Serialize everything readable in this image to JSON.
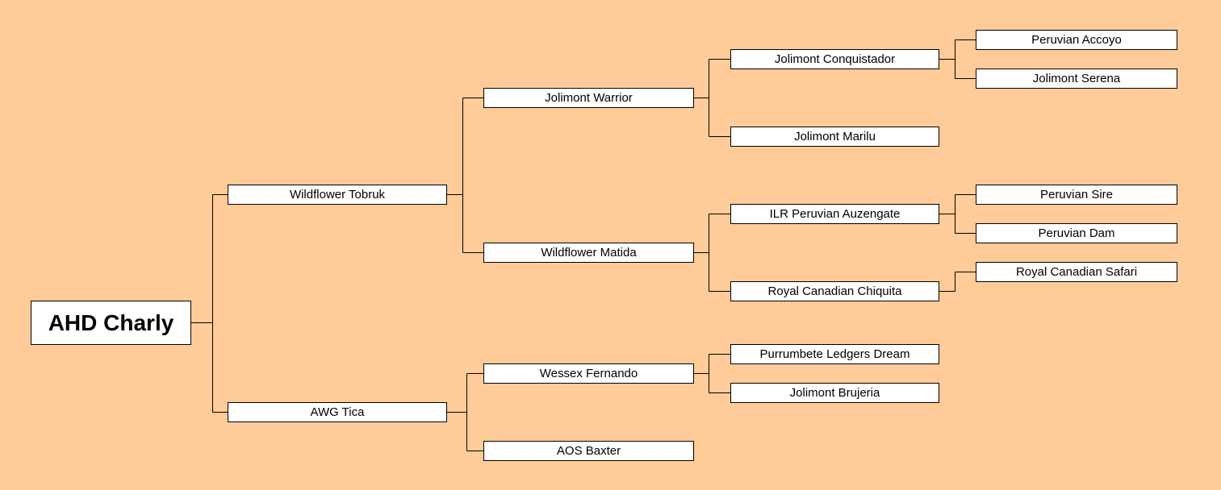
{
  "pedigree": {
    "root": "AHD Charly",
    "sire": {
      "name": "Wildflower Tobruk",
      "sire": {
        "name": "Jolimont Warrior",
        "sire": {
          "name": "Jolimont Conquistador",
          "sire": "Peruvian Accoyo",
          "dam": "Jolimont Serena"
        },
        "dam": "Jolimont Marilu"
      },
      "dam": {
        "name": "Wildflower Matida",
        "sire": {
          "name": "ILR Peruvian Auzengate",
          "sire": "Peruvian Sire",
          "dam": "Peruvian Dam"
        },
        "dam": {
          "name": "Royal Canadian Chiquita",
          "sire": "Royal Canadian Safari"
        }
      }
    },
    "dam": {
      "name": "AWG Tica",
      "sire": {
        "name": "Wessex Fernando",
        "sire": "Purrumbete Ledgers Dream",
        "dam": "Jolimont Brujeria"
      },
      "dam": "AOS Baxter"
    }
  },
  "colors": {
    "background": "#FFCC99",
    "box_fill": "#FFFFFF",
    "line": "#000000"
  }
}
